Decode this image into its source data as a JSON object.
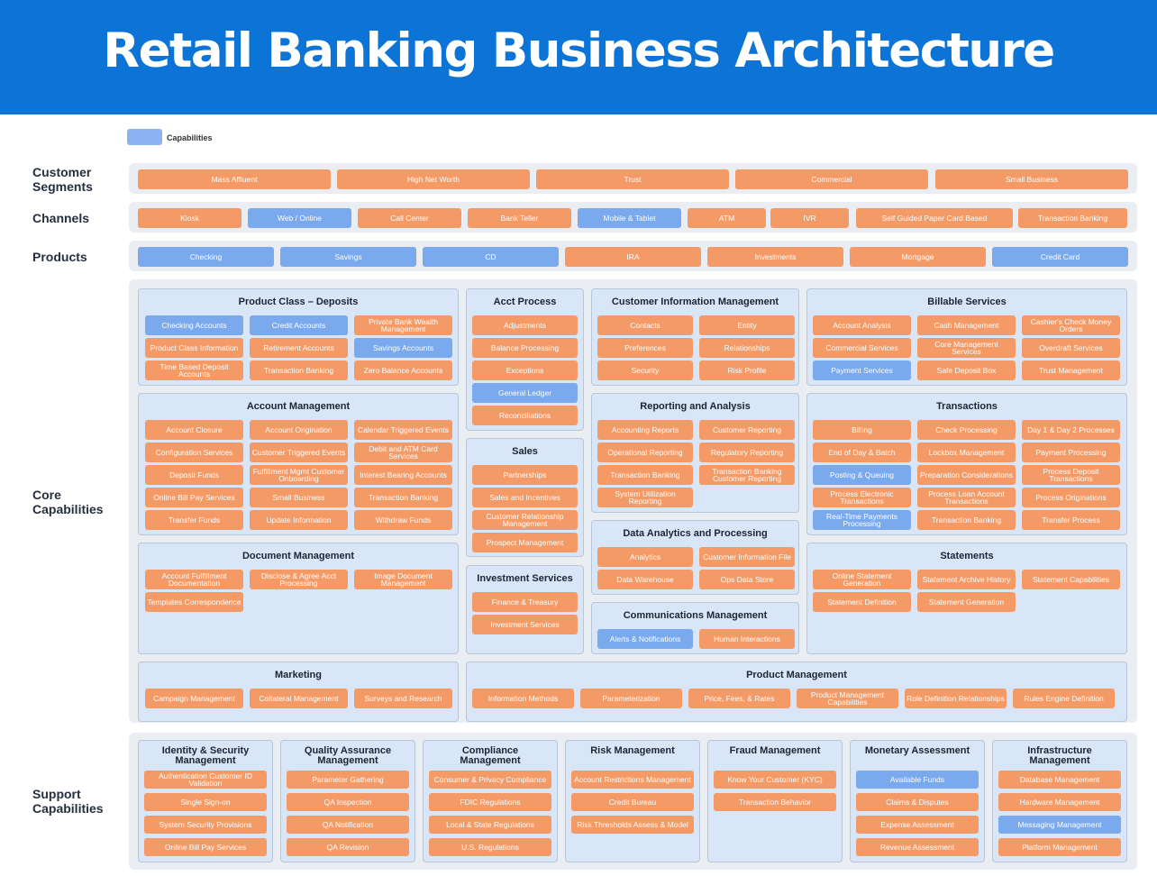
{
  "title": "Retail Banking Business Architecture",
  "legend": {
    "label": "Capabilities"
  },
  "colors": {
    "header": "#0c74d6",
    "orange": "#f39a66",
    "blue": "#7aa9ee",
    "box": "#d9e6f7",
    "band": "#eaeef3"
  },
  "rows": {
    "segments": "Customer Segments",
    "channels": "Channels",
    "products": "Products",
    "core": "Core Capabilities",
    "support": "Support Capabilities"
  },
  "segments": [
    "Mass Affluent",
    "High Net Worth",
    "Trust",
    "Commercial",
    "Small Business"
  ],
  "channels": [
    "Kiosk",
    "Web / Online",
    "Call Center",
    "Bank Teller",
    "Mobile & Tablet",
    "ATM",
    "IVR",
    "Self Guided Paper Card Based",
    "Transaction Banking"
  ],
  "products": [
    "Checking",
    "Savings",
    "CD",
    "IRA",
    "Investments",
    "Mortgage",
    "Credit Card"
  ],
  "core": {
    "product_class": {
      "title": "Product Class – Deposits",
      "items": [
        "Checking Accounts",
        "Credit Accounts",
        "Private Bank Wealth Management",
        "Product Class Information",
        "Retirement Accounts",
        "Savings Accounts",
        "Time Based Deposit Accounts",
        "Transaction Banking",
        "Zero Balance Accounts"
      ]
    },
    "account_mgmt": {
      "title": "Account Management",
      "items": [
        "Account Closure",
        "Account Origination",
        "Calendar Triggered Events",
        "Configuration Services",
        "Customer Triggered Events",
        "Debit and ATM Card Services",
        "Deposit Funds",
        "Fulfillment Mgmt Customer Onboarding",
        "Interest Bearing Accounts",
        "Online Bill Pay Services",
        "Small Business",
        "Transaction Banking",
        "Transfer Funds",
        "Update Information",
        "Withdraw Funds"
      ]
    },
    "document_mgmt": {
      "title": "Document Management",
      "items": [
        "Account Fulfillment Documentation",
        "Disclose & Agree Acct Processing",
        "Image Document Management",
        "Templates Correspondence"
      ]
    },
    "acct_process": {
      "title": "Acct Process",
      "items": [
        "Adjustments",
        "Balance Processing",
        "Exceptions",
        "General Ledger",
        "Reconciliations"
      ]
    },
    "sales": {
      "title": "Sales",
      "items": [
        "Partnerships",
        "Sales and Incentives",
        "Customer Relationship Management",
        "Prospect Management"
      ]
    },
    "investment": {
      "title": "Investment Services",
      "items": [
        "Finance & Treasury",
        "Investment Services"
      ]
    },
    "cim": {
      "title": "Customer Information Management",
      "items": [
        "Contacts",
        "Entity",
        "Preferences",
        "Relationships",
        "Security",
        "Risk Profile"
      ]
    },
    "reporting": {
      "title": "Reporting and Analysis",
      "items": [
        "Accounting Reports",
        "Customer Reporting",
        "Operational Reporting",
        "Regulatory Reporting",
        "Transaction Banking",
        "Transaction Banking Customer Reporting",
        "System Utilization Reporting"
      ]
    },
    "data_analytics": {
      "title": "Data Analytics and Processing",
      "items": [
        "Analytics",
        "Customer Information File",
        "Data Warehouse",
        "Ops Data Store"
      ]
    },
    "communications": {
      "title": "Communications Management",
      "items": [
        "Alerts & Notifications",
        "Human Interactions"
      ]
    },
    "billable": {
      "title": "Billable Services",
      "items": [
        "Account Analysis",
        "Cash Management",
        "Cashier's Check Money Orders",
        "Commercial Services",
        "Core Management Services",
        "Overdraft Services",
        "Payment Services",
        "Safe Deposit Box",
        "Trust Management"
      ]
    },
    "transactions": {
      "title": "Transactions",
      "items": [
        "Billing",
        "Check Processing",
        "Day 1 & Day 2 Processes",
        "End of Day & Batch",
        "Lockbox Management",
        "Payment Processing",
        "Posting & Queuing",
        "Preparation Considerations",
        "Process Deposit Transactions",
        "Process Electronic Transactions",
        "Process Loan Account Transactions",
        "Process Originations",
        "Real-Time Payments Processing",
        "Transaction Banking",
        "Transfer Process"
      ]
    },
    "statements": {
      "title": "Statements",
      "items": [
        "Online Statement Generation",
        "Statement Archive History",
        "Statement Capabilities",
        "Statement Definition",
        "Statement Generation"
      ]
    },
    "marketing": {
      "title": "Marketing",
      "items": [
        "Campaign Management",
        "Collateral Management",
        "Surveys and Research"
      ]
    },
    "product_mgmt": {
      "title": "Product Management",
      "items": [
        "Information Methods",
        "Parameterization",
        "Price, Fees, & Rates",
        "Product Management Capabilities",
        "Role Definition Relationships",
        "Rules Engine Definition"
      ]
    }
  },
  "support": [
    {
      "title": "Identity & Security Management",
      "items": [
        "Authentication Customer ID Validation",
        "Single Sign-on",
        "System Security Provisions",
        "Online Bill Pay Services"
      ]
    },
    {
      "title": "Quality Assurance Management",
      "items": [
        "Parameter Gathering",
        "QA Inspection",
        "QA Notification",
        "QA Revision"
      ]
    },
    {
      "title": "Compliance Management",
      "items": [
        "Consumer & Privacy Compliance",
        "FDIC Regulations",
        "Local & State Regulations",
        "U.S. Regulations"
      ]
    },
    {
      "title": "Risk Management",
      "items": [
        "Account Restrictions Management",
        "Credit Bureau",
        "Risk Thresholds Assess & Model"
      ]
    },
    {
      "title": "Fraud Management",
      "items": [
        "Know Your Customer (KYC)",
        "Transaction Behavior"
      ]
    },
    {
      "title": "Monetary Assessment",
      "items": [
        "Available Funds",
        "Claims & Disputes",
        "Expense Assessment",
        "Revenue Assessment"
      ]
    },
    {
      "title": "Infrastructure Management",
      "items": [
        "Database Management",
        "Hardware Management",
        "Messaging Management",
        "Platform Management"
      ]
    }
  ]
}
